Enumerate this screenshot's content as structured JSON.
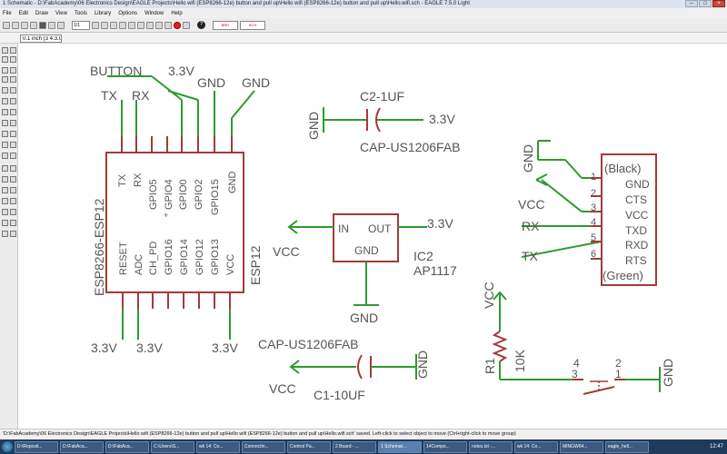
{
  "window": {
    "title": "1 Schematic - D:\\FabAcademy\\06 Electronics Design\\EAGLE Projects\\Hello wifi (ESP8266-12e) button and pull up\\Hello wifi (ESP8266-12e) button and pull up\\Hello.wifi.sch - EAGLE 7.5.0 Light"
  },
  "menu": [
    "File",
    "Edit",
    "Draw",
    "View",
    "Tools",
    "Library",
    "Options",
    "Window",
    "Help"
  ],
  "toolbar": {
    "grid_value": "1/1",
    "board_badge": "BRD",
    "schematic_badge": "SCH"
  },
  "coord_input": "0.1 inch (3 4.3.0)",
  "schematic": {
    "esp": {
      "name": "ESP8266-ESP12",
      "value": "ESP12",
      "top_pins": [
        "TX",
        "RX",
        "GPIO5",
        "GPIO4",
        "GPIO0",
        "GPIO2",
        "GPIO15",
        "GND"
      ],
      "bottom_pins": [
        "RESET",
        "ADC",
        "CH_PD",
        "GPIO16",
        "GPIO14",
        "GPIO12",
        "GPIO13",
        "VCC"
      ],
      "top_labels": [
        "TX",
        "RX",
        "BUTTON",
        "3.3V",
        "GND",
        "GND"
      ],
      "bottom_labels": [
        "3.3V",
        "3.3V",
        "3.3V"
      ]
    },
    "c2": {
      "name": "C2-1UF",
      "value": "CAP-US1206FAB",
      "left": "GND",
      "right": "3.3V"
    },
    "c1": {
      "name": "C1-10UF",
      "value": "CAP-US1206FAB",
      "left": "VCC",
      "right": "GND"
    },
    "ic2": {
      "name": "IC2",
      "value": "AP1117",
      "in": "IN",
      "out": "OUT",
      "gnd": "GND",
      "vcc": "VCC",
      "out_net": "3.3V",
      "gnd_net": "GND"
    },
    "ftdi": {
      "top": "(Black)",
      "bottom": "(Green)",
      "pins": [
        "GND",
        "CTS",
        "VCC",
        "TXD",
        "RXD",
        "RTS"
      ],
      "pin_numbers": [
        "1",
        "2",
        "3",
        "4",
        "5",
        "6"
      ],
      "labels": [
        "GND",
        "VCC",
        "RX",
        "TX"
      ]
    },
    "r1": {
      "name": "R1",
      "value": "10K",
      "vcc": "VCC"
    },
    "switch": {
      "pins": [
        "4",
        "2",
        "3",
        "1"
      ],
      "gnd": "GND"
    }
  },
  "status": "'D:\\FabAcademy\\06 Electronics Design\\EAGLE Projects\\Hello wifi (ESP8266-12e) button and pull up\\Hello wifi (ESP8266-12e) button and pull up\\Hello.wifi.sch' saved.   Left-click to select object to move (Ctrl+right-click to move group)",
  "taskbar": {
    "items": [
      "D:\\Reposit...",
      "D:\\FabAca...",
      "D:\\FabAca...",
      "C:\\Users\\S...",
      "wk 14: Co...",
      "Connectin...",
      "Control Pa...",
      "2 Board - ...",
      "1 Schemat...",
      "14Compo...",
      "notes.txt -...",
      "wk 14: Co...",
      "MINGW64...",
      "eagle_hell..."
    ],
    "clock": "12:47"
  },
  "colors": {
    "wire": "#2e9a2e",
    "symbol": "#a43a3a",
    "text": "#555555"
  }
}
